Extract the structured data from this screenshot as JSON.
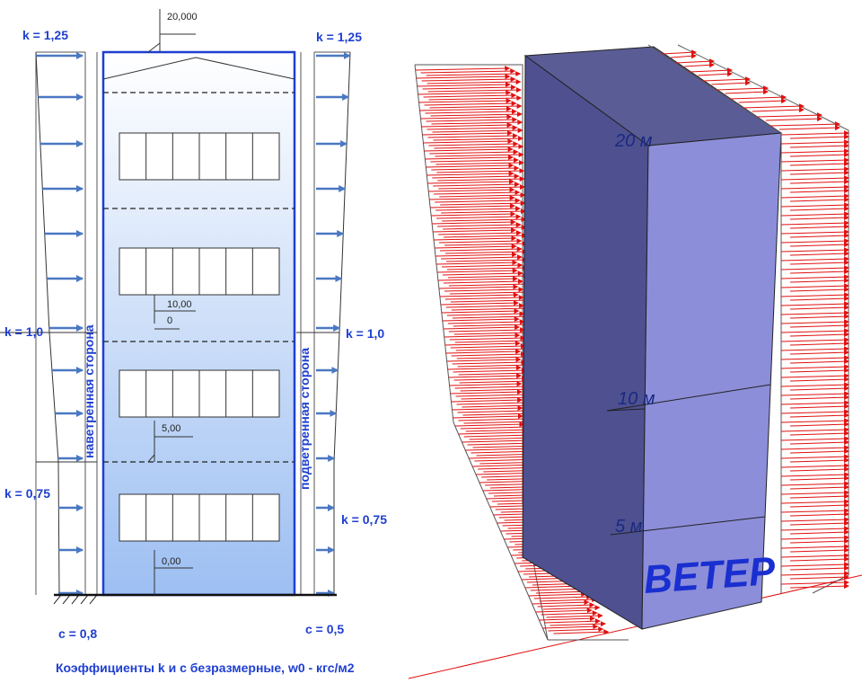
{
  "left_diagram": {
    "k_top_left": "k = 1,25",
    "k_top_right": "k = 1,25",
    "k_mid_left": "k = 1,0",
    "k_mid_right": "k = 1,0",
    "k_low_left": "k = 0,75",
    "k_low_right": "k = 0,75",
    "c_left": "c = 0,8",
    "c_right": "c = 0,5",
    "windward_label": "наветренная сторона",
    "leeward_label": "подветренная сторона",
    "elevations": {
      "top": "20,000",
      "mid": "10,00",
      "mid_zero": "0",
      "low": "5,00",
      "ground": "0,00"
    },
    "footer": "Коэффициенты k и c  безразмерные, w0 - кгс/м2"
  },
  "right_diagram": {
    "level_20": "20 м",
    "level_10": "10 м",
    "level_5": "5 м",
    "wind_text": "ВЕТЕР"
  },
  "colors": {
    "label_blue": "#1f3fd1",
    "arrow_blue": "#4a78c2",
    "building_outline": "#1f3fd1",
    "wind_arrow_red": "#e01010",
    "box_front": "#8c8ed9",
    "box_side": "#4e5090"
  }
}
